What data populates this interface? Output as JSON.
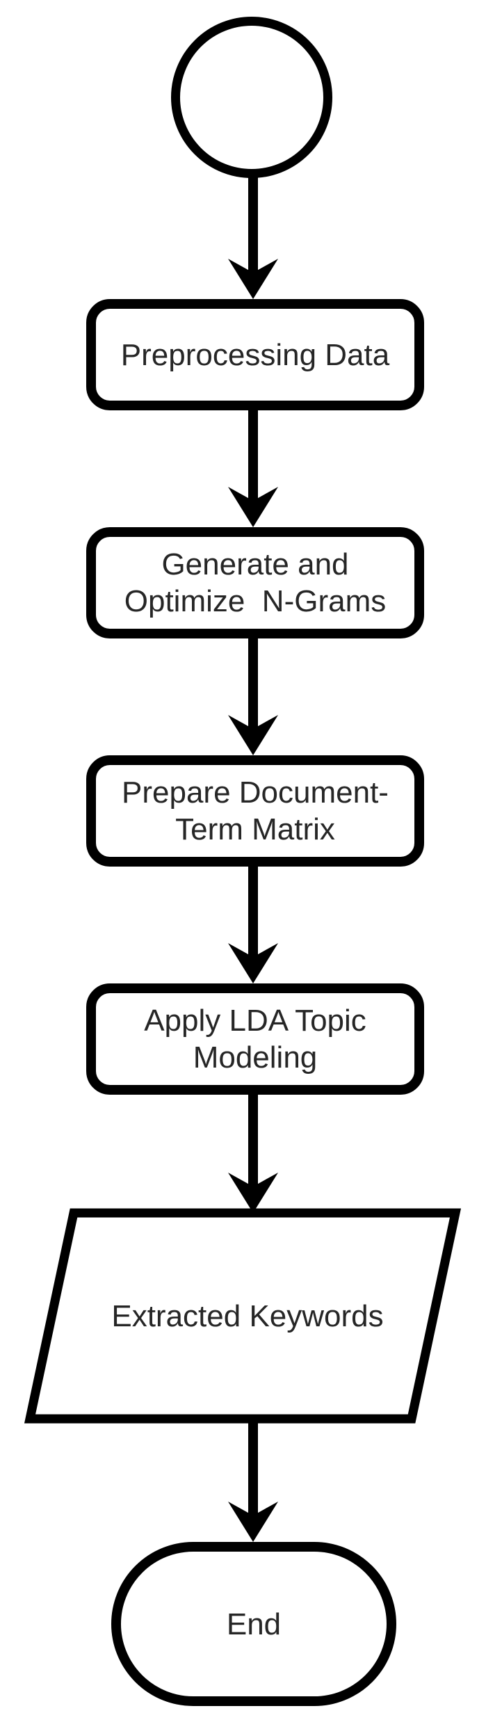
{
  "diagram": {
    "type": "flowchart",
    "orientation": "top-down",
    "background_color": "#ffffff",
    "stroke_color": "#000000",
    "text_color": "#262626",
    "nodes": [
      {
        "id": "start",
        "type": "start-circle",
        "label": ""
      },
      {
        "id": "preprocessing",
        "type": "process",
        "label": "Preprocessing Data"
      },
      {
        "id": "ngrams",
        "type": "process",
        "label": "Generate and\nOptimize  N-Grams"
      },
      {
        "id": "dtm",
        "type": "process",
        "label": "Prepare Document-\nTerm Matrix"
      },
      {
        "id": "lda",
        "type": "process",
        "label": "Apply LDA Topic\nModeling"
      },
      {
        "id": "keywords",
        "type": "data-parallelogram",
        "label": "Extracted Keywords"
      },
      {
        "id": "end",
        "type": "terminator",
        "label": "End"
      }
    ],
    "edges": [
      {
        "from": "start",
        "to": "preprocessing"
      },
      {
        "from": "preprocessing",
        "to": "ngrams"
      },
      {
        "from": "ngrams",
        "to": "dtm"
      },
      {
        "from": "dtm",
        "to": "lda"
      },
      {
        "from": "lda",
        "to": "keywords"
      },
      {
        "from": "keywords",
        "to": "end"
      }
    ]
  }
}
